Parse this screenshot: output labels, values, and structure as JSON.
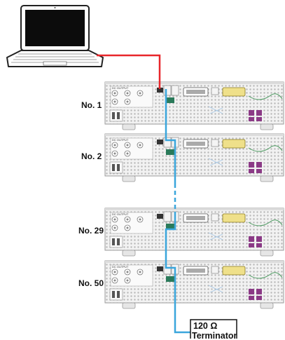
{
  "units": [
    {
      "label": "No. 1"
    },
    {
      "label": "No. 2"
    },
    {
      "label": "No. 29"
    },
    {
      "label": "No. 50"
    }
  ],
  "terminator": {
    "line1": "120 Ω",
    "line2": "Terminator"
  },
  "panel_caption": "DC OUTPUT",
  "colors": {
    "usb_cable": "#e8262a",
    "bus_cable": "#3aa6dc",
    "chassis": "#ececec",
    "chassis_outline": "#9a9a9a"
  },
  "icons": {
    "pc": "laptop-icon",
    "device": "power-supply-rear-panel"
  }
}
